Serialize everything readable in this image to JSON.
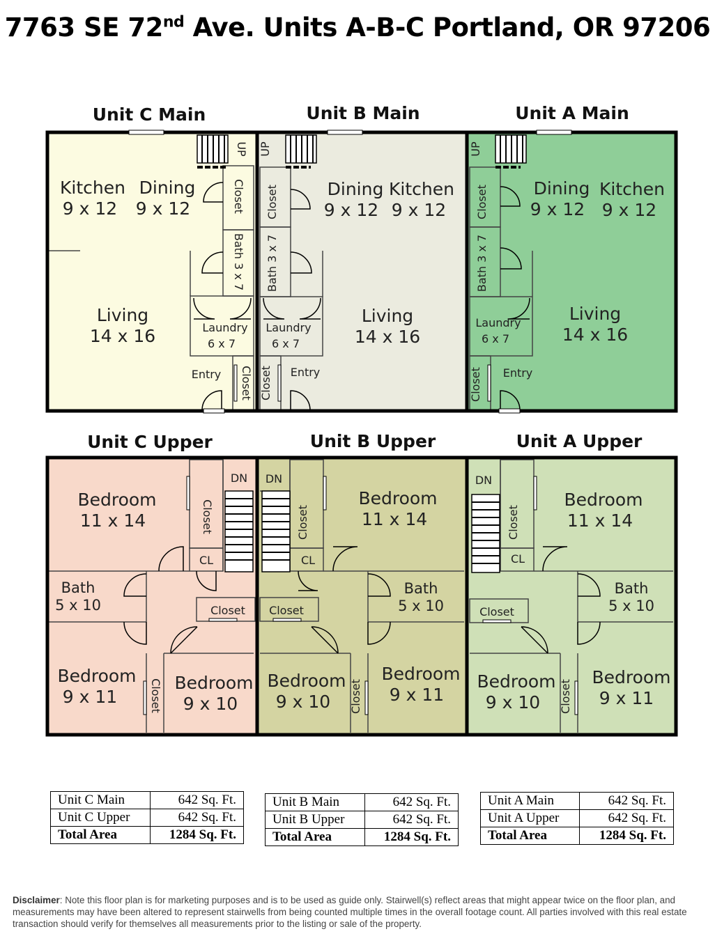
{
  "title": {
    "prefix": "7763 SE 72",
    "sup": "nd",
    "suffix": " Ave. Units A-B-C  Portland, OR 97206"
  },
  "colors": {
    "unit_c_main": "#fcfbe1",
    "unit_b_main": "#ebebdf",
    "unit_a_main": "#8fce98",
    "unit_c_upper": "#f8d9ca",
    "unit_b_upper": "#d4d4a2",
    "unit_a_upper": "#cfe0b7"
  },
  "sections": {
    "unit_c_main": "Unit C Main",
    "unit_b_main": "Unit B Main",
    "unit_a_main": "Unit A Main",
    "unit_c_upper": "Unit C Upper",
    "unit_b_upper": "Unit B Upper",
    "unit_a_upper": "Unit A Upper"
  },
  "main_c": {
    "kitchen": "Kitchen",
    "kitchen_dim": "9 x 12",
    "dining": "Dining",
    "dining_dim": "9 x 12",
    "living": "Living",
    "living_dim": "14 x 16",
    "laundry": "Laundry",
    "laundry_dim": "6 x 7",
    "closet": "Closet",
    "bath": "Bath 3 x 7",
    "entry": "Entry",
    "closet2": "Closet",
    "up": "UP"
  },
  "main_b": {
    "dining": "Dining",
    "dining_dim": "9 x 12",
    "kitchen": "Kitchen",
    "kitchen_dim": "9 x 12",
    "living": "Living",
    "living_dim": "14 x 16",
    "laundry": "Laundry",
    "laundry_dim": "6 x 7",
    "closet": "Closet",
    "bath": "Bath 3 x 7",
    "entry": "Entry",
    "closet2": "Closet",
    "up": "UP"
  },
  "main_a": {
    "dining": "Dining",
    "dining_dim": "9 x 12",
    "kitchen": "Kitchen",
    "kitchen_dim": "9 x 12",
    "living": "Living",
    "living_dim": "14 x 16",
    "laundry": "Laundry",
    "laundry_dim": "6 x 7",
    "closet": "Closet",
    "bath": "Bath 3 x 7",
    "entry": "Entry",
    "closet2": "Closet",
    "up": "UP"
  },
  "upper_c": {
    "bedroom1": "Bedroom",
    "bedroom1_dim": "11 x 14",
    "bath": "Bath",
    "bath_dim": "5 x 10",
    "bedroom2": "Bedroom",
    "bedroom2_dim": "9 x 11",
    "bedroom3": "Bedroom",
    "bedroom3_dim": "9 x 10",
    "closet1": "Closet",
    "closet2": "Closet",
    "closet3": "Closet",
    "cl": "CL",
    "dn": "DN"
  },
  "upper_b": {
    "bedroom1": "Bedroom",
    "bedroom1_dim": "11 x 14",
    "bath": "Bath",
    "bath_dim": "5 x 10",
    "bedroom2": "Bedroom",
    "bedroom2_dim": "9 x 10",
    "bedroom3": "Bedroom",
    "bedroom3_dim": "9 x 11",
    "closet1": "Closet",
    "closet2": "Closet",
    "closet3": "Closet",
    "cl": "CL",
    "dn": "DN"
  },
  "upper_a": {
    "bedroom1": "Bedroom",
    "bedroom1_dim": "11 x 14",
    "bath": "Bath",
    "bath_dim": "5 x 10",
    "bedroom2": "Bedroom",
    "bedroom2_dim": "9 x 10",
    "bedroom3": "Bedroom",
    "bedroom3_dim": "9 x 11",
    "closet1": "Closet",
    "closet2": "Closet",
    "closet3": "Closet",
    "cl": "CL",
    "dn": "DN"
  },
  "tables": {
    "c": {
      "main_label": "Unit C Main",
      "main_value": "642 Sq. Ft.",
      "upper_label": "Unit C Upper",
      "upper_value": "642 Sq. Ft.",
      "total_label": "Total Area",
      "total_value": "1284 Sq. Ft."
    },
    "b": {
      "main_label": "Unit B Main",
      "main_value": "642 Sq. Ft.",
      "upper_label": "Unit B Upper",
      "upper_value": "642 Sq. Ft.",
      "total_label": "Total Area",
      "total_value": "1284 Sq. Ft."
    },
    "a": {
      "main_label": "Unit A Main",
      "main_value": "642 Sq. Ft.",
      "upper_label": "Unit A Upper",
      "upper_value": "642 Sq. Ft.",
      "total_label": "Total Area",
      "total_value": "1284 Sq. Ft."
    }
  },
  "disclaimer": {
    "label": "Disclaimer",
    "text": ": Note this floor plan is for marketing purposes and is to be used as guide only.  Stairwell(s) reflect areas that might appear twice on the floor plan, and measurements may have been altered to represent stairwells from being counted multiple times in the overall footage count.  All parties involved with this real estate transaction should verify for themselves all measurements prior to the listing or sale of the property."
  }
}
